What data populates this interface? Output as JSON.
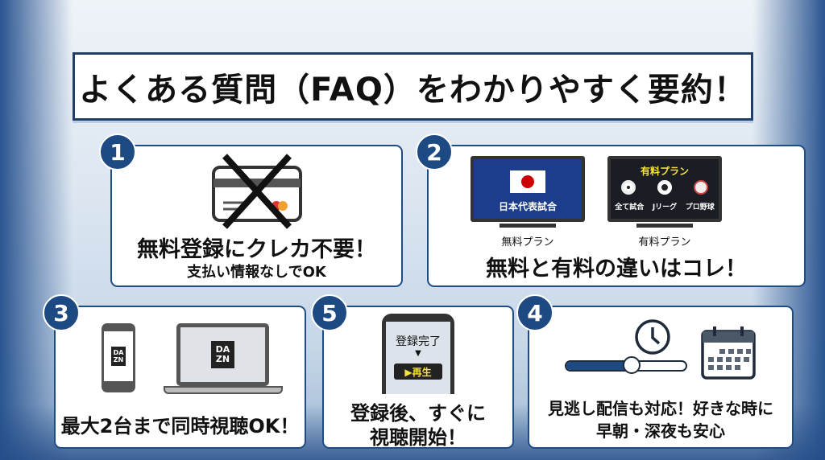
{
  "title": "よくある質問（FAQ）をわかりやすく要約！",
  "cards": [
    {
      "number": "1",
      "headline": "無料登録にクレカ不要！",
      "sub": "支払い情報なしでOK"
    },
    {
      "number": "2",
      "free_tv": "日本代表試合",
      "paid_tv_title": "有料プラン",
      "paid_items": [
        "全て試合",
        "Jリーグ",
        "プロ野球"
      ],
      "free_label": "無料プラン",
      "paid_label": "有料プラン",
      "headline": "無料と有料の違いはコレ！"
    },
    {
      "number": "3",
      "logo": "DAZN",
      "logo_top": "DA",
      "logo_bottom": "ZN",
      "headline": "最大2台まで同時視聴OK！"
    },
    {
      "number": "5",
      "screen_text": "登録完了",
      "play_label": "▶再生",
      "headline1": "登録後、すぐに",
      "headline2": "視聴開始！"
    },
    {
      "number": "4",
      "headline1": "見逃し配信も対応！好きな時に",
      "headline2": "早朝・深夜も安心",
      "slider_progress": 0.55
    }
  ],
  "colors": {
    "primary": "#1d4a82",
    "yellow": "#f5e23a"
  }
}
